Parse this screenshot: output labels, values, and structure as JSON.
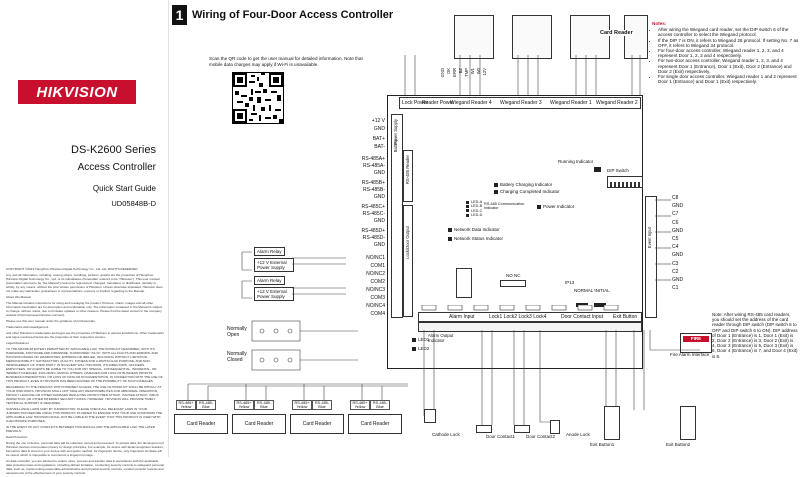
{
  "left": {
    "logo": "HIKVISION",
    "series": "DS-K2600 Series",
    "product": "Access Controller",
    "guide": "Quick Start Guide",
    "code": "UD05848B-D",
    "legal": [
      "COPYRIGHT ©2019 Hangzhou Hikvision Digital Technology Co., Ltd. ALL RIGHTS RESERVED.",
      "Any and all information, including, among others, wordings, pictures, graphs are the properties of Hangzhou Hikvision Digital Technology Co., Ltd. or its subsidiaries (hereinafter referred to be \"Hikvision\"). This user manual (hereinafter referred to be \"the Manual\") cannot be reproduced, changed, translated, or distributed, partially or wholly, by any means, without the prior written permission of Hikvision. Unless otherwise stipulated, Hikvision does not make any warranties, guarantees or representations, express or implied, regarding to the Manual.",
      "About this Manual",
      "The Manual includes instructions for using and managing the product. Pictures, charts, images and all other information hereinafter are for description and explanation only. The information contained in the Manual is subject to change, without notice, due to firmware updates or other reasons. Please find the latest version in the company website (http://overseas.hikvision.com/en/).",
      "Please use this user manual under the guidance of professionals.",
      "Trademarks Acknowledgement",
      "and other Hikvision's trademarks and logos are the properties of Hikvision in various jurisdictions. Other trademarks and logos mentioned below are the properties of their respective owners.",
      "Legal Disclaimer",
      "TO THE MAXIMUM EXTENT PERMITTED BY APPLICABLE LAW, THE PRODUCT DESCRIBED, WITH ITS HARDWARE, SOFTWARE AND FIRMWARE, IS PROVIDED \"AS IS\", WITH ALL FAULTS AND ERRORS, AND HIKVISION MAKES NO WARRANTIES, EXPRESS OR IMPLIED, INCLUDING WITHOUT LIMITATION, MERCHANTABILITY, SATISFACTORY QUALITY, FITNESS FOR A PARTICULAR PURPOSE, AND NON-INFRINGEMENT OF THIRD PARTY. IN NO EVENT WILL HIKVISION, ITS DIRECTORS, OFFICERS, EMPLOYEES, OR AGENTS BE LIABLE TO YOU FOR ANY SPECIAL, CONSEQUENTIAL, INCIDENTAL, OR INDIRECT DAMAGES, INCLUDING, AMONG OTHERS, DAMAGES FOR LOSS OF BUSINESS PROFITS, BUSINESS INTERRUPTION, OR LOSS OF DATA OR DOCUMENTATION, IN CONNECTION WITH THE USE OF THIS PRODUCT, EVEN IF HIKVISION HAS BEEN ADVISED OF THE POSSIBILITY OF SUCH DAMAGES.",
      "REGARDING TO THE PRODUCT WITH INTERNET ACCESS, THE USE OF PRODUCT SHALL BE WHOLLY AT YOUR OWN RISKS. HIKVISION SHALL NOT TAKE ANY RESPONSIBILITES FOR ABNORMAL OPERATION, PRIVACY LEAKAGE OR OTHER DAMAGES RESULTING FROM CYBER ATTACK, HACKER ATTACK, VIRUS INSPECTION, OR OTHER INTERNET SECURITY RISKS; HOWEVER, HIKVISION WILL PROVIDE TIMELY TECHNICAL SUPPORT IF REQUIRED.",
      "SURVEILLANCE LAWS VARY BY JURISDICTION. PLEASE CHECK ALL RELEVANT LAWS IN YOUR JURISDICTION BEFORE USING THIS PRODUCT IN ORDER TO ENSURE THAT YOUR USE CONFORMS THE APPLICABLE LAW. HIKVISION SHALL NOT BE LIABLE IN THE EVENT THAT THIS PRODUCT IS USED WITH ILLEGITIMATE PURPOSES.",
      "IN THE EVENT OF ANY CONFLICTS BETWEEN THIS MANUAL AND THE APPLICABLE LAW, THE LATER PREVAILS.",
      "Data Protection",
      "During the use of device, personal data will be collected, stored and processed. To protect data, the development of Hikvision devices incorporates privacy by design principles. For example, for device with facial recognition features, biometrics data is stored in your device with encryption method; for fingerprint device, only fingerprint template will be saved, which is impossible to reconstruct a fingerprint image.",
      "As data controller, you are advised to collect, store, process and transfer data in accordance with the applicable data protection laws and regulations, including without limitation, conducting security controls to safeguard personal data, such as, implementing reasonable administrative and physical security controls, conduct periodic reviews and assessments of the effectiveness of your security controls."
    ]
  },
  "header": {
    "step": "1",
    "title": "Wiring of Four-Door Access Controller"
  },
  "qr_note": "Scan the QR code to get the user manual for detailed information. Note that mobile data charges may apply if Wi-Fi is unavailable.",
  "notes": {
    "heading": "Notes:",
    "items": [
      "After wiring the Wiegand card reader, set the DIP switch 6 of the access controller to select the Wiegand protocol.",
      "If the DIP 7 is ON, it refers to Wiegand 26 protocol. If setting No. 7 as OFF, it refers to Wiegand 34 protocol.",
      "For four-door access controller, Wiegand reader 1, 2, 3, and 4 represent Door 1, 2, 3 and 4 respectively.",
      "For two-door access controller, Wiegand reader 1, 2, 3, and 4 represent Door 1 (Entrance), Door 1 (Exit), Door 2 (Entrance) and Door 2 (Exit) respectively.",
      "For single door access controller, Wiegand reader 1 and 2 represent Door 1 (Entrance) and Door 1 (Exit) respectively."
    ]
  },
  "note2": "Note: After wiring RS-485 card readers, you should set the address of the card reader through DIP switch (DIP switch 5 to OFF and DIP switch 6 to ON). DIP address of Door 1 (Entrance) is 1, Door 1 (Exit) is 2, Door 2 (Entrance) is 3, Door 2 (Exit) is 4, Door 3 (Entrance) is 5, Door 3 (Exit) is 6, Door 4 (Entrance) is 7, and Door 4 (Exit) is 8.",
  "card_reader_top": "Card Reader",
  "wiegand_readers": [
    "Wiegand Reader 4",
    "Wiegand Reader 3",
    "Wiegand Reader 1",
    "Wiegand Reader 2"
  ],
  "wiegand_pins": [
    "GND",
    "OK",
    "ERR",
    "BZ",
    "TMP",
    "W1",
    "W0",
    "12V"
  ],
  "power_labels": [
    "Lock Power",
    "Reader Power"
  ],
  "left_terms": [
    {
      "label": "+12 V"
    },
    {
      "label": "GND"
    },
    {
      "label": "BAT+"
    },
    {
      "label": "BAT-"
    },
    {
      "label": "RS-485A+"
    },
    {
      "label": "RS-485A-"
    },
    {
      "label": "GND"
    },
    {
      "label": "RS-485B+"
    },
    {
      "label": "RS-485B-"
    },
    {
      "label": "GND"
    },
    {
      "label": "RS-485C+"
    },
    {
      "label": "RS-485C-"
    },
    {
      "label": "GND"
    },
    {
      "label": "RS-485D+"
    },
    {
      "label": "RS-485D-"
    },
    {
      "label": "GND"
    },
    {
      "label": "NO/NC1"
    },
    {
      "label": "COM1"
    },
    {
      "label": "NO/NC2"
    },
    {
      "label": "COM2"
    },
    {
      "label": "NO/NC3"
    },
    {
      "label": "COM3"
    },
    {
      "label": "NO/NC4"
    },
    {
      "label": "COM4"
    }
  ],
  "left_groups": [
    "Power Supply",
    "Battery",
    "RS-485 Reader",
    "Lock/Door Output"
  ],
  "indicators": {
    "running": "Running Indicator",
    "dip": "DIP Switch",
    "battery_charging": "Battery Charging Indicator",
    "charging_completed": "Charging Completed Indicator",
    "power": "Power Indicator",
    "comm_leds": [
      "LED-A",
      "LED-B",
      "LED-C",
      "LED-D"
    ],
    "comm": "RS-485 Communication Indicator",
    "network_data": "Network Data Indicator",
    "network_status": "Network Status Indicator",
    "no_nc": "NO  NC",
    "ip": "IP13",
    "normal_initial": "NORMAL  INITIAL"
  },
  "right_terms": [
    "C8",
    "GND",
    "C7",
    "C6",
    "GND",
    "C5",
    "C4",
    "GND",
    "C3",
    "C2",
    "GND",
    "C1"
  ],
  "right_group": "Event Input",
  "bottom_groups": [
    "Alarm Input",
    "Lock1 Lock2 Lock3 Lock4",
    "Door Contact Input",
    "Exit Button"
  ],
  "alarm_output": "Alarm Output Indicator",
  "led_labels": [
    "LED1",
    "LED2"
  ],
  "relays": [
    "Alarm Relay",
    "Alarm Relay"
  ],
  "psu": [
    "+12 V External Power Supply",
    "+12 V External Power Supply"
  ],
  "alarm_states": [
    "Normally Open",
    "Normally Closed"
  ],
  "fire": "FIRE",
  "fire_interface": "Fire Alarm Interface",
  "bottom_parts": [
    "Cathode Lock",
    "Door Contact1",
    "Door Contact2",
    "Anode Lock",
    "Exit Button1",
    "Exit Button2"
  ],
  "card_readers": [
    {
      "label": "Card Reader",
      "tags": [
        "RS-485+\nYellow",
        "RS-485-\nBlue"
      ]
    },
    {
      "label": "Card Reader",
      "tags": [
        "RS-485+\nYellow",
        "RS-485-\nBlue"
      ]
    },
    {
      "label": "Card Reader",
      "tags": [
        "RS-485+\nYellow",
        "RS-485-\nBlue"
      ]
    },
    {
      "label": "Card Reader",
      "tags": [
        "RS-485+\nYellow",
        "RS-485-\nBlue"
      ]
    }
  ]
}
